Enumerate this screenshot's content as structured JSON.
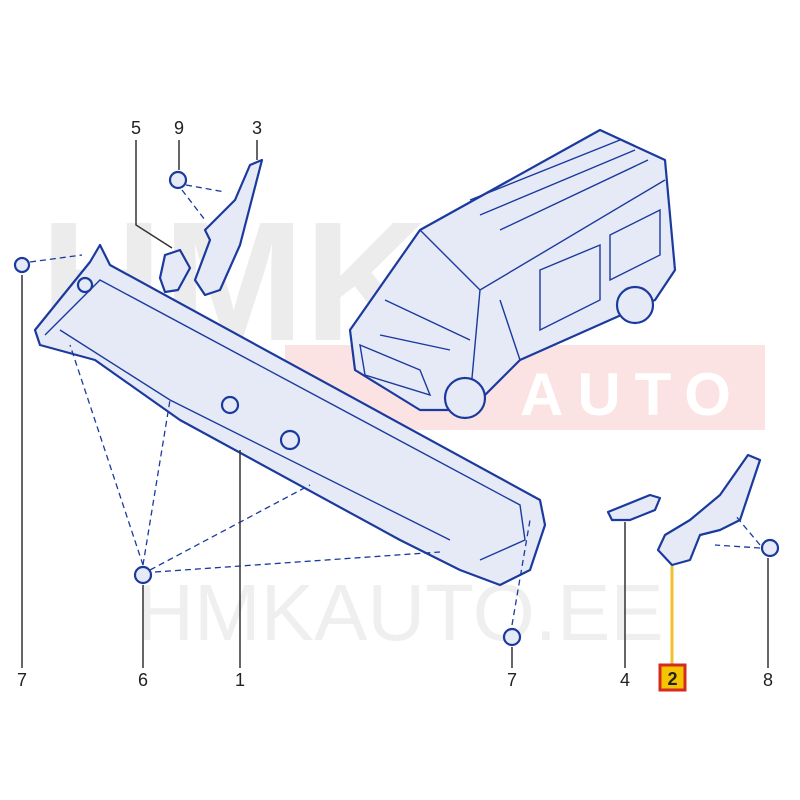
{
  "watermark": {
    "top": "HMK",
    "band": "AUTO",
    "bottom": "HMKAUTO.EE"
  },
  "labels": {
    "l5": "5",
    "l9": "9",
    "l3": "3",
    "l7a": "7",
    "l6": "6",
    "l1": "1",
    "l7b": "7",
    "l4": "4",
    "l2": "2",
    "l8": "8"
  },
  "colors": {
    "line": "#1b3a9e",
    "highlight_fill": "#f5c400",
    "highlight_border": "#d62a1e",
    "leader_highlight": "#f0c030"
  }
}
